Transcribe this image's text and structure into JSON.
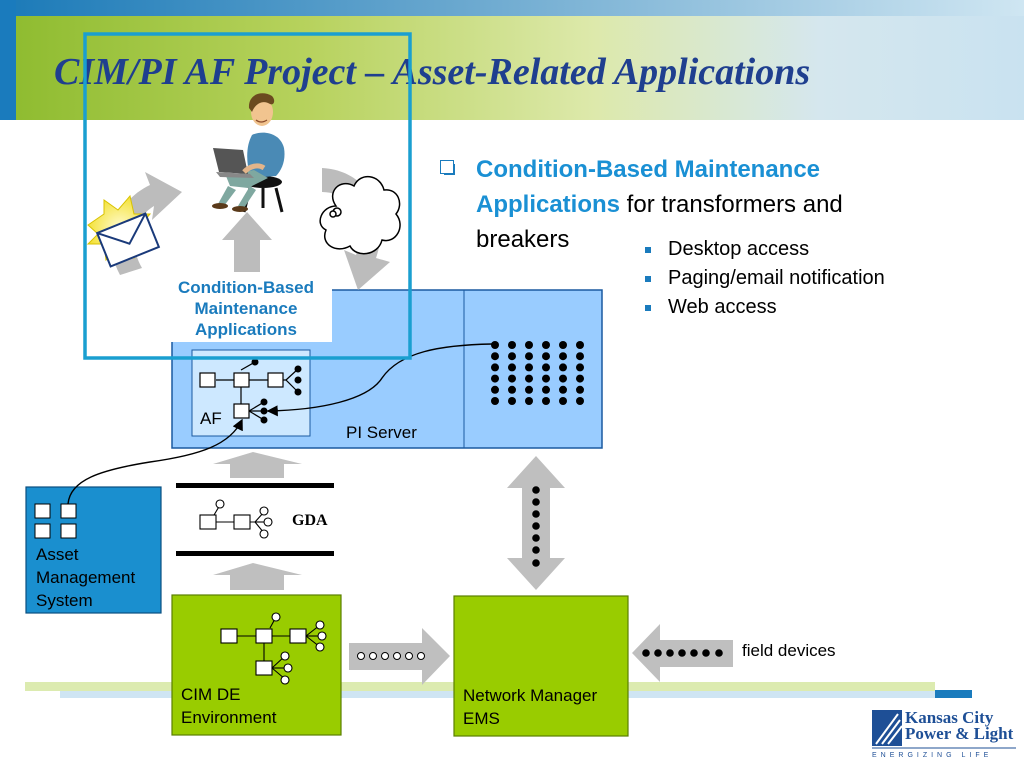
{
  "title": "CIM/PI AF Project – Asset-Related Applications",
  "bullet": {
    "highlight_line1": "Condition-Based Maintenance",
    "highlight_line2": "Applications",
    "rest_line2": " for transformers and",
    "rest_line3": "breakers",
    "sub_items": [
      "Desktop access",
      "Paging/email notification",
      "Web access"
    ]
  },
  "diagram": {
    "cbm_label": [
      "Condition-Based",
      "Maintenance",
      "Applications"
    ],
    "pi_server_label": "PI Server",
    "af_label": "AF",
    "gda_label": "GDA",
    "asset_mgmt_label": [
      "Asset",
      "Management",
      "System"
    ],
    "cim_de_label": [
      "CIM DE",
      "Environment"
    ],
    "network_manager_label": [
      "Network Manager",
      "EMS"
    ],
    "field_devices_label": "field devices"
  },
  "logo": {
    "line1": "Kansas City",
    "line2": "Power & Light",
    "tagline": "ENERGIZING LIFE"
  },
  "colors": {
    "title": "#1f3f8f",
    "accent_blue": "#1a90d4",
    "green_box": "#99cc00",
    "blue_box": "#1a8fcf",
    "pi_server": "#99ccff",
    "highlight_frame": "#1a9fd0"
  }
}
